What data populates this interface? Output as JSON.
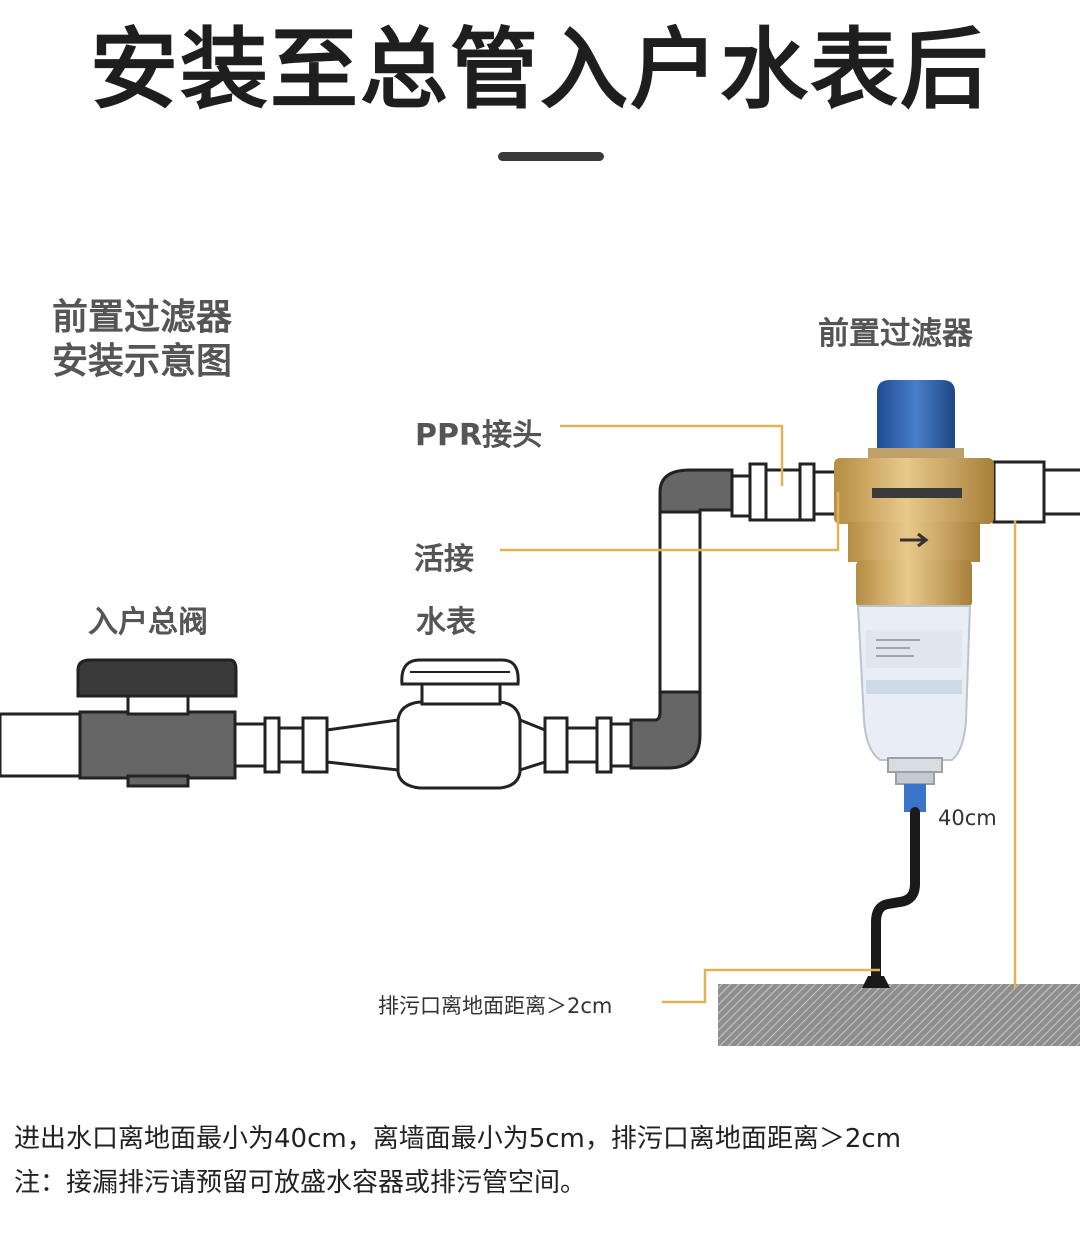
{
  "title": "安装至总管入户水表后",
  "diagram_title_line1": "前置过滤器",
  "diagram_title_line2": "安装示意图",
  "labels": {
    "filter": "前置过滤器",
    "ppr_joint": "PPR接头",
    "union": "活接",
    "main_valve": "入户总阀",
    "water_meter": "水表",
    "height": "40cm",
    "drain_clearance": "排污口离地面距离＞2cm"
  },
  "notes": {
    "line1": "进出水口离地面最小为40cm，离墙面最小为5cm，排污口离地面距离＞2cm",
    "line2": "注：接漏排污请预留可放盛水容器或排污管空间。"
  },
  "colors": {
    "leader_line": "#e0b354",
    "pipe_dark": "#6b6b6b",
    "valve_handle": "#3b3b3b",
    "filter_cap": "#2c5fa8",
    "brass": "#cfa862",
    "ground": "#9a9a9a"
  }
}
